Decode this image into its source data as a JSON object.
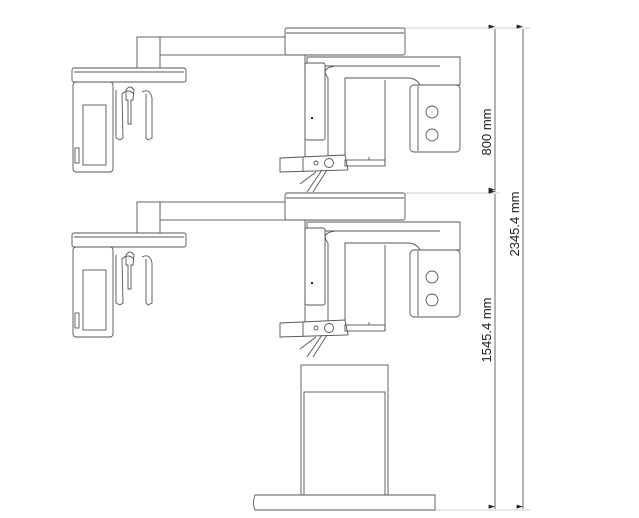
{
  "dimensions": {
    "arm_height_difference": "800 mm",
    "lower_height": "1545.4 mm",
    "upper_height": "2345.4 mm"
  },
  "colors": {
    "line": "#555555",
    "background": "#ffffff"
  }
}
